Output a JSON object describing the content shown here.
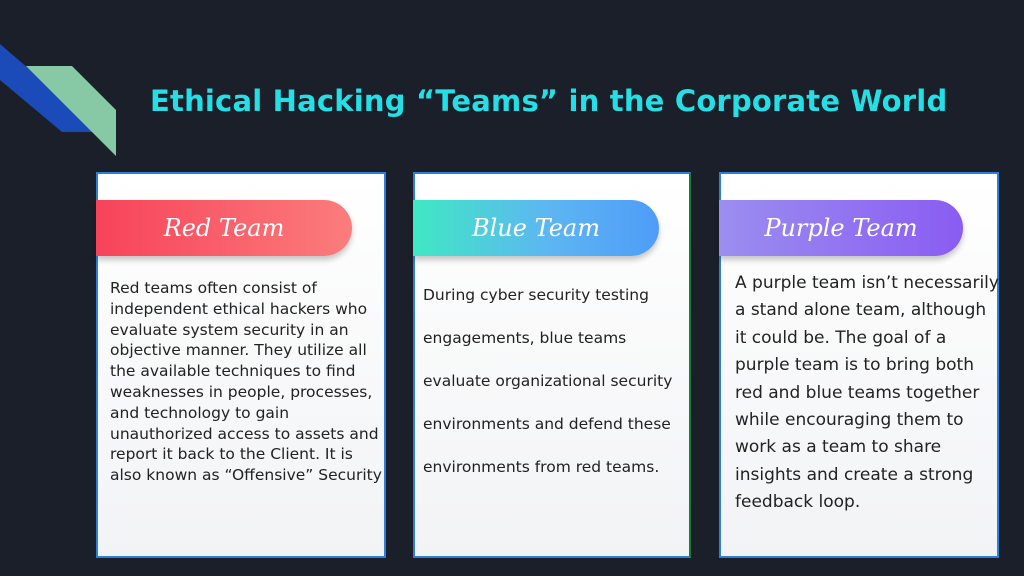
{
  "title": "Ethical Hacking “Teams” in the Corporate World",
  "colors": {
    "background": "#1b1f29",
    "title": "#24e0e6",
    "deco_blue": "#1a4bb8",
    "deco_green": "#86c9a4"
  },
  "cards": [
    {
      "heading": "Red Team",
      "body": "Red teams often consist of independent ethical hackers who evaluate system security in an objective manner. They utilize all the available techniques to find weaknesses in people, processes, and technology to gain unauthorized access to assets and report it back to the Client. It is also known as “Offensive” Security"
    },
    {
      "heading": "Blue Team",
      "body": "During cyber security testing engagements, blue teams evaluate organizational security environments and defend these environments from red teams."
    },
    {
      "heading": "Purple Team",
      "body": " A purple team isn’t necessarily a stand alone team, although it could be. The goal of a purple team is to bring both red and blue teams together while encouraging them to work as a team to share insights and create a strong feedback loop."
    }
  ]
}
